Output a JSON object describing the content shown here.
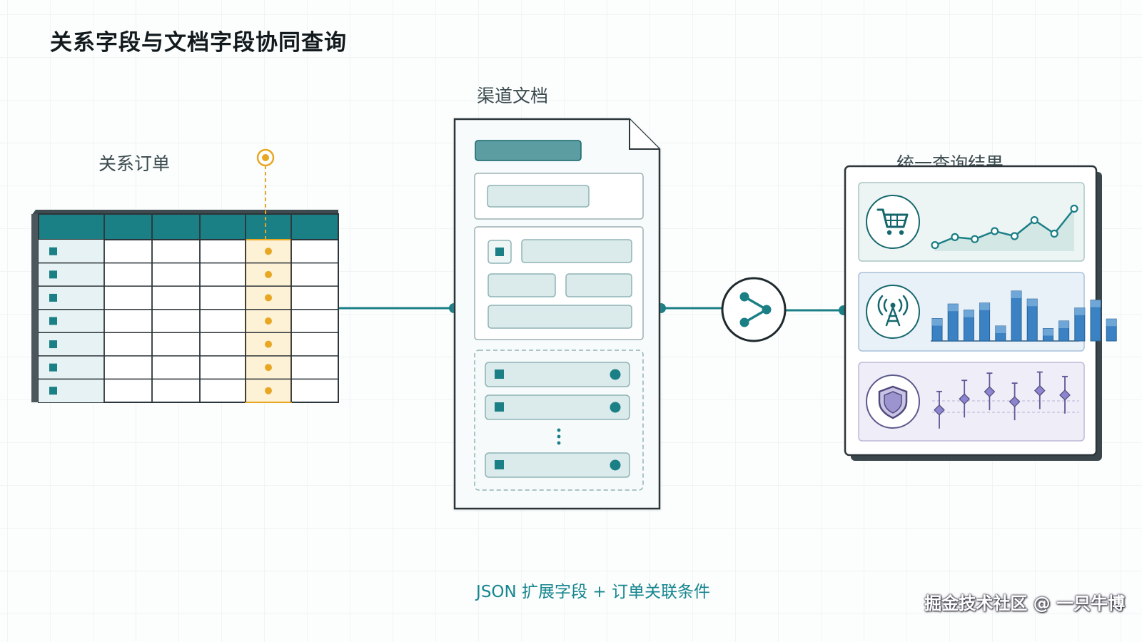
{
  "title": "关系字段与文档字段协同查询",
  "labels": {
    "orders": "关系订单",
    "channel": "渠道文档",
    "result": "统一查询结果"
  },
  "caption": "JSON 扩展字段 + 订单关联条件",
  "watermark": "掘金技术社区 @ 一只牛博",
  "icons": {
    "relation": "column-target-icon",
    "merge": "share-node-icon",
    "result_rows": [
      "shopping-cart-icon",
      "signal-tower-icon",
      "shield-icon"
    ]
  },
  "colors": {
    "teal": "#1b7f86",
    "teal_dark": "#15676d",
    "highlight": "#e8a723",
    "blue_bar": "#3b82c4",
    "purple": "#7a6cc0"
  },
  "table": {
    "rows": 7,
    "columns": 6,
    "highlight_column": 5
  },
  "result_rows": [
    {
      "chart": "line",
      "values": [
        0.12,
        0.28,
        0.24,
        0.4,
        0.3,
        0.62,
        0.35,
        0.85
      ]
    },
    {
      "chart": "bar",
      "values": [
        0.45,
        0.74,
        0.62,
        0.76,
        0.3,
        1.0,
        0.84,
        0.25,
        0.4,
        0.66,
        0.82,
        0.44
      ]
    },
    {
      "chart": "range",
      "values": [
        0.35,
        0.55,
        0.68,
        0.5,
        0.7,
        0.62
      ]
    }
  ]
}
